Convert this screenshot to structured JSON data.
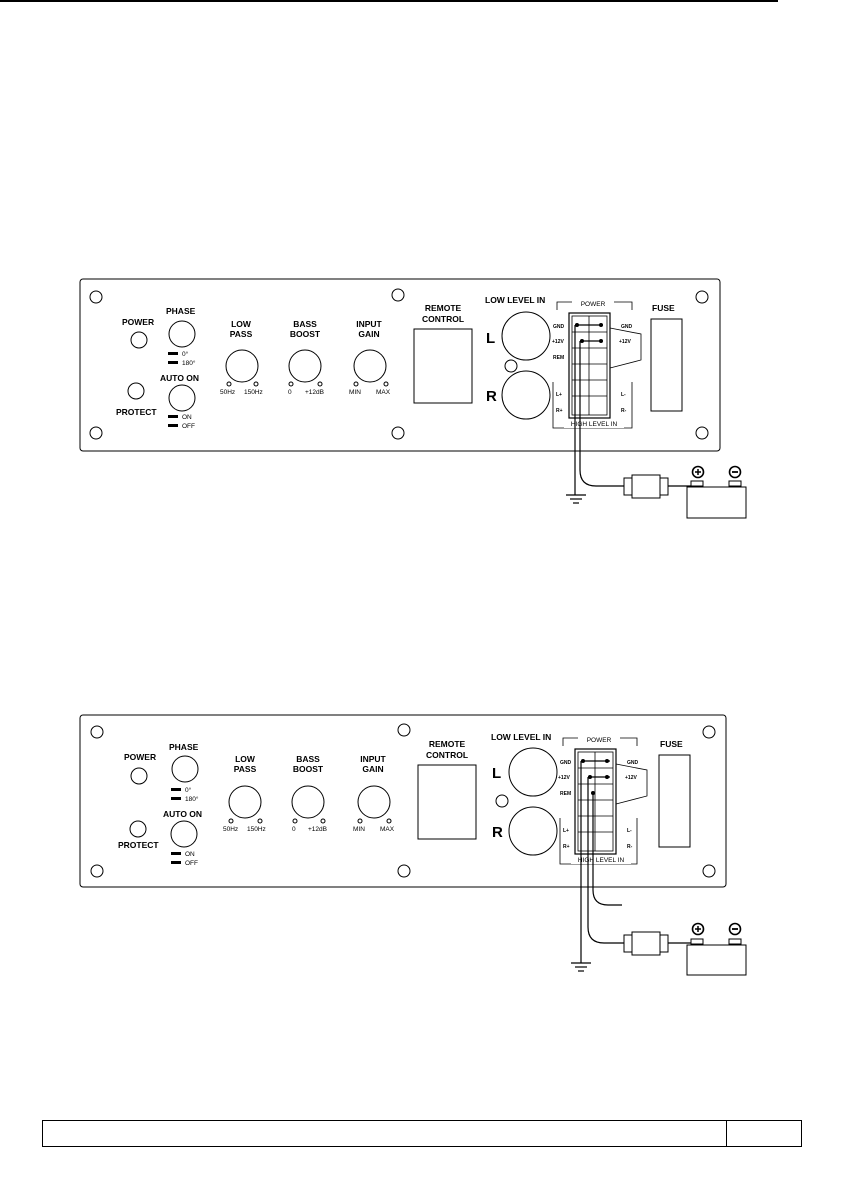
{
  "panel": {
    "power": "POWER",
    "phase": "PHASE",
    "phase_0": "0°",
    "phase_180": "180°",
    "auto_on": "AUTO ON",
    "protect": "PROTECT",
    "on": "ON",
    "off": "OFF",
    "low": "LOW",
    "pass": "PASS",
    "lp_min": "50Hz",
    "lp_max": "150Hz",
    "bass": "BASS",
    "boost": "BOOST",
    "bb_min": "0",
    "bb_max": "+12dB",
    "input": "INPUT",
    "gain": "GAIN",
    "ig_min": "MIN",
    "ig_max": "MAX",
    "remote": "REMOTE",
    "control": "CONTROL",
    "low_level_in": "LOW LEVEL IN",
    "l": "L",
    "r": "R",
    "power_block": "POWER",
    "gnd": "GND",
    "plus12v": "+12V",
    "rem": "REM",
    "lplus": "L+",
    "rplus": "R+",
    "lminus": "L-",
    "rminus": "R-",
    "high_level_in": "HIGH LEVEL IN",
    "fuse": "FUSE",
    "battery_plus": "+",
    "battery_minus": "−"
  }
}
